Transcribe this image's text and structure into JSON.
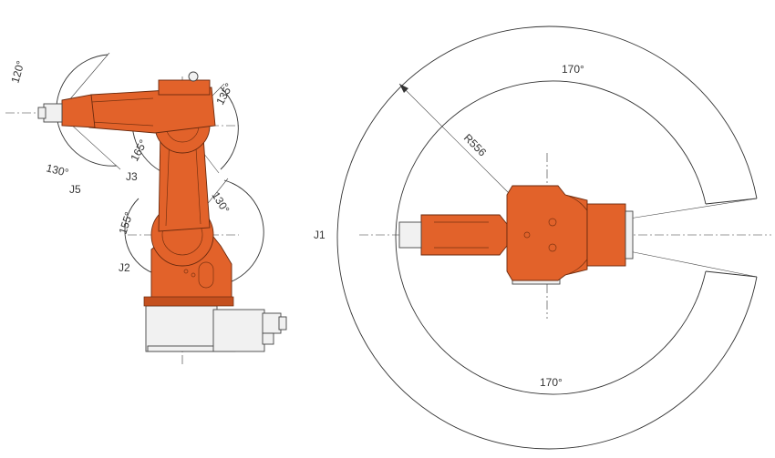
{
  "side_view": {
    "joints": [
      {
        "id": "j5",
        "label": "J5"
      },
      {
        "id": "j3",
        "label": "J3"
      },
      {
        "id": "j2",
        "label": "J2"
      }
    ],
    "angles": [
      {
        "id": "wrist-up",
        "label": "120°"
      },
      {
        "id": "wrist-down",
        "label": "130°"
      },
      {
        "id": "elbow-back",
        "label": "165°"
      },
      {
        "id": "elbow-front",
        "label": "135°"
      },
      {
        "id": "shoulder-front",
        "label": "130°"
      },
      {
        "id": "shoulder-back",
        "label": "155°"
      }
    ]
  },
  "top_view": {
    "joint_label": "J1",
    "radius_label": "R556",
    "angle_top": "170°",
    "angle_bottom": "170°"
  },
  "colors": {
    "robot_body": "#e2622a",
    "line": "#333333",
    "metal": "#f1f1f1"
  }
}
